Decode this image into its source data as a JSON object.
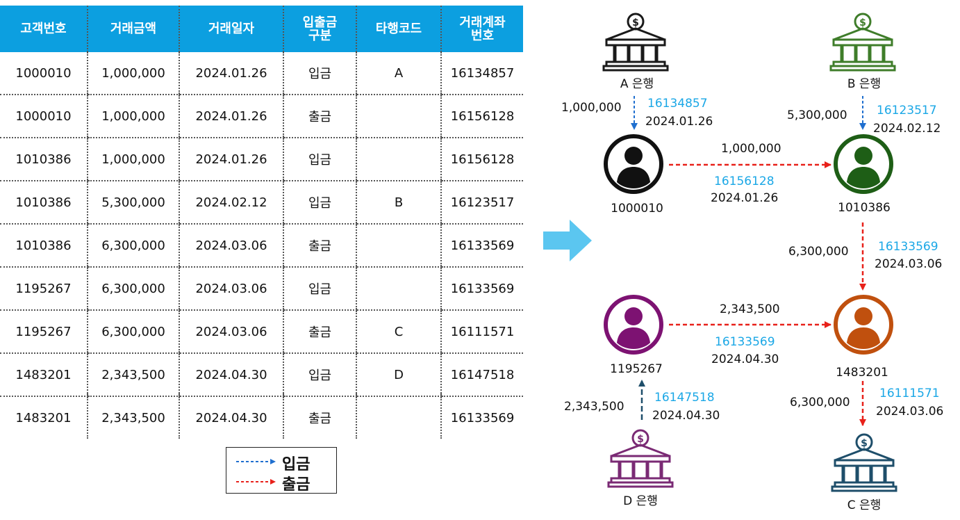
{
  "table": {
    "headers": [
      {
        "line1": "고객번호",
        "line2": ""
      },
      {
        "line1": "거래금액",
        "line2": ""
      },
      {
        "line1": "거래일자",
        "line2": ""
      },
      {
        "line1": "입출금",
        "line2": "구분"
      },
      {
        "line1": "타행코드",
        "line2": ""
      },
      {
        "line1": "거래계좌",
        "line2": "번호"
      }
    ],
    "rows": [
      [
        "1000010",
        "1,000,000",
        "2024.01.26",
        "입금",
        "A",
        "16134857"
      ],
      [
        "1000010",
        "1,000,000",
        "2024.01.26",
        "출금",
        "",
        "16156128"
      ],
      [
        "1010386",
        "1,000,000",
        "2024.01.26",
        "입금",
        "",
        "16156128"
      ],
      [
        "1010386",
        "5,300,000",
        "2024.02.12",
        "입금",
        "B",
        "16123517"
      ],
      [
        "1010386",
        "6,300,000",
        "2024.03.06",
        "출금",
        "",
        "16133569"
      ],
      [
        "1195267",
        "6,300,000",
        "2024.03.06",
        "입금",
        "",
        "16133569"
      ],
      [
        "1195267",
        "6,300,000",
        "2024.03.06",
        "출금",
        "C",
        "16111571"
      ],
      [
        "1483201",
        "2,343,500",
        "2024.04.30",
        "입금",
        "D",
        "16147518"
      ],
      [
        "1483201",
        "2,343,500",
        "2024.04.30",
        "출금",
        "",
        "16133569"
      ]
    ]
  },
  "legend": {
    "deposit_label": "입금",
    "withdraw_label": "출금",
    "deposit_color": "#1f6fcf",
    "withdraw_color": "#e8211a"
  },
  "colors": {
    "header_bg": "#0c9fe0",
    "account_text": "#1aa7e6",
    "transition_arrow": "#5bc6f0"
  },
  "diagram": {
    "banks": {
      "A": {
        "label": "A 은행",
        "color": "#1a1a1a",
        "icon": "bank-icon"
      },
      "B": {
        "label": "B 은행",
        "color": "#3f7d2a",
        "icon": "bank-icon"
      },
      "C": {
        "label": "C 은행",
        "color": "#1e4e6a",
        "icon": "bank-icon"
      },
      "D": {
        "label": "D 은행",
        "color": "#7a2a74",
        "icon": "bank-icon"
      }
    },
    "customers": {
      "c1000010": {
        "label": "1000010",
        "color": "#111111",
        "icon": "user-icon"
      },
      "c1010386": {
        "label": "1010386",
        "color": "#1e5e16",
        "icon": "user-icon"
      },
      "c1195267": {
        "label": "1195267",
        "color": "#7d1272",
        "icon": "user-icon"
      },
      "c1483201": {
        "label": "1483201",
        "color": "#c0500e",
        "icon": "user-icon"
      }
    },
    "edges": [
      {
        "id": "a-to-1000010",
        "type": "deposit",
        "amount": "1,000,000",
        "account": "16134857",
        "date": "2024.01.26"
      },
      {
        "id": "b-to-1010386",
        "type": "deposit",
        "amount": "5,300,000",
        "account": "16123517",
        "date": "2024.02.12"
      },
      {
        "id": "1000010-to-1010386",
        "type": "withdraw",
        "amount": "1,000,000",
        "account": "16156128",
        "date": "2024.01.26"
      },
      {
        "id": "1010386-to-1483201",
        "type": "withdraw",
        "amount": "6,300,000",
        "account": "16133569",
        "date": "2024.03.06"
      },
      {
        "id": "1195267-to-1483201",
        "type": "withdraw",
        "amount": "2,343,500",
        "account": "16133569",
        "date": "2024.04.30"
      },
      {
        "id": "1483201-to-c",
        "type": "withdraw",
        "amount": "6,300,000",
        "account": "16111571",
        "date": "2024.03.06"
      },
      {
        "id": "d-to-1195267",
        "type": "deposit",
        "amount": "2,343,500",
        "account": "16147518",
        "date": "2024.04.30"
      }
    ]
  }
}
